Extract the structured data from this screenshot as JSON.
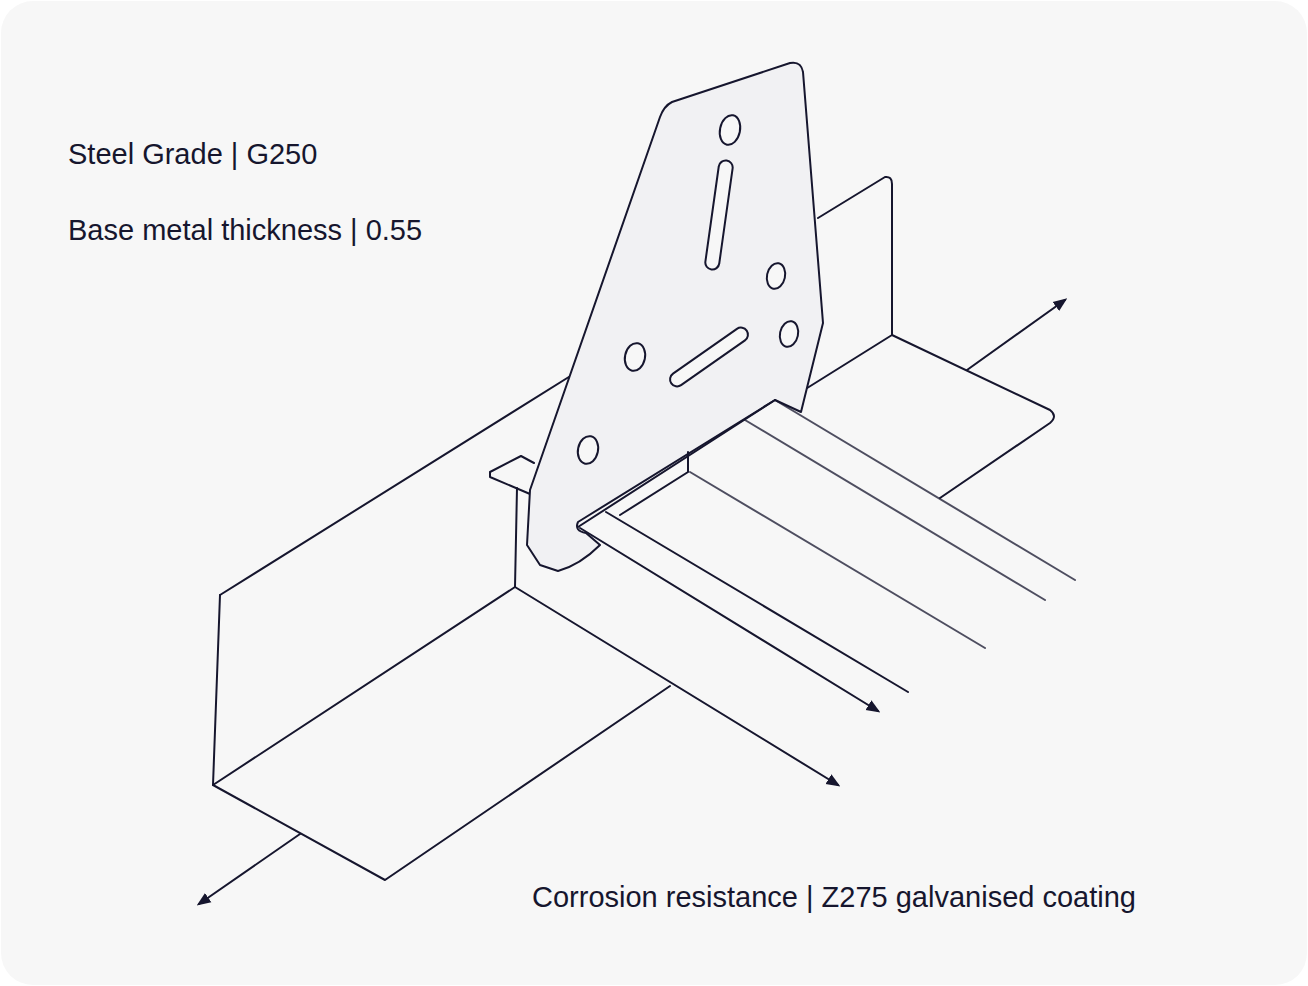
{
  "diagram": {
    "labels": [
      "Steel Grade | G250",
      "Base metal thickness | 0.55",
      "Corrosion resistance | Z275 galvanised coating"
    ]
  }
}
